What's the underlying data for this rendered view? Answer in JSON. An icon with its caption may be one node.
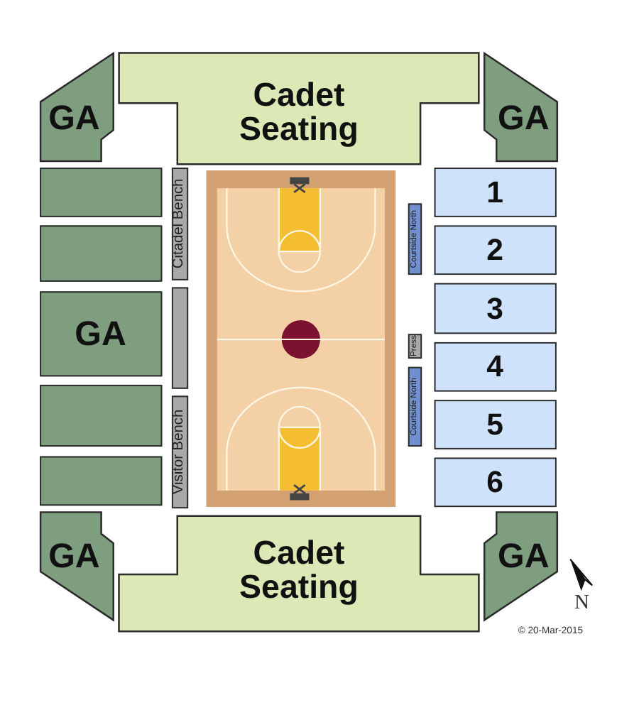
{
  "diagram": {
    "nodes": [
      {
        "text": [
          "GA"
        ]
      },
      {
        "text": [
          "Cadet Seating"
        ]
      },
      {
        "text": [
          "GA"
        ]
      },
      {
        "text": [],
        "shape": "box"
      },
      {
        "text": [
          "Citadel Bench"
        ]
      },
      {
        "text": [
          "Courtside North"
        ]
      },
      {
        "text": [
          "1"
        ]
      },
      {
        "text": [],
        "shape": "box"
      },
      {
        "text": [
          "2"
        ]
      },
      {
        "text": [
          "GA"
        ]
      },
      {
        "text": [],
        "shape": "box"
      },
      {
        "text": [
          "Press"
        ]
      },
      {
        "text": [
          "3"
        ]
      },
      {
        "text": [
          "4"
        ]
      },
      {
        "text": [],
        "shape": "box"
      },
      {
        "text": [
          "Courtside North"
        ]
      },
      {
        "text": [
          "5"
        ]
      },
      {
        "text": [
          "Visitor Bench"
        ]
      },
      {
        "text": [],
        "shape": "box"
      },
      {
        "text": [
          "6"
        ]
      },
      {
        "text": [
          "GA"
        ]
      },
      {
        "text": [
          "Cadet Seating"
        ]
      },
      {
        "text": [
          "GA"
        ]
      }
    ],
    "labels": [
      "N",
      "© 20-Mar-2015"
    ]
  }
}
